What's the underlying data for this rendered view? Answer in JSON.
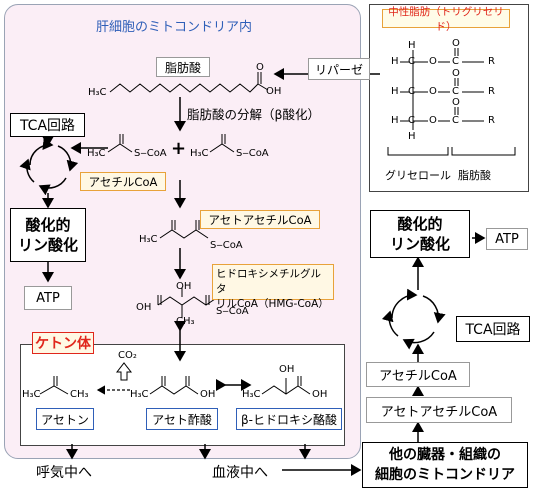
{
  "liver": {
    "title": "肝細胞のミトコンドリア内"
  },
  "fat": {
    "title": "中性脂肪（トリグリセリド）",
    "glycerol_label": "グリセロール",
    "fatty_acid_label": "脂肪酸"
  },
  "lipase": "リパーゼ",
  "fatty_acid": "脂肪酸",
  "beta_oxidation": "脂肪酸の分解（β酸化）",
  "tca_left": "TCA回路",
  "tca_right": "TCA回路",
  "oxphos_left": [
    "酸化的",
    "リン酸化"
  ],
  "oxphos_right": [
    "酸化的",
    "リン酸化"
  ],
  "atp_left": "ATP",
  "atp_right": "ATP",
  "acetyl_coa": "アセチルCoA",
  "acetoacetyl_coa": "アセトアセチルCoA",
  "hmg_coa": [
    "ヒドロキシメチルグルタ",
    "リルCoA（HMG-CoA）"
  ],
  "ketone_bodies": "ケトン体",
  "acetone": "アセトン",
  "acetoacetic_acid": "アセト酢酸",
  "beta_hydroxybutyric_acid": "β-ヒドロキシ酪酸",
  "to_breath": "呼気中へ",
  "to_blood": "血液中へ",
  "right_acetyl_coa": "アセチルCoA",
  "right_acetoacetyl_coa": "アセトアセチルCoA",
  "other_tissues": [
    "他の臓器・組織の",
    "細胞のミトコンドリア"
  ],
  "chem": {
    "h3c": "H₃C",
    "scoa": "S‒CoA",
    "oh": "OH",
    "o": "O",
    "h": "H",
    "c": "C",
    "r": "R",
    "co2": "CO₂",
    "ch3": "CH₃",
    "plus": "+"
  },
  "colors": {
    "liver_bg": "#fbeef6",
    "accent_red": "#e0261b",
    "blue": "#2f5fb8",
    "orange": "#e8a23a"
  }
}
